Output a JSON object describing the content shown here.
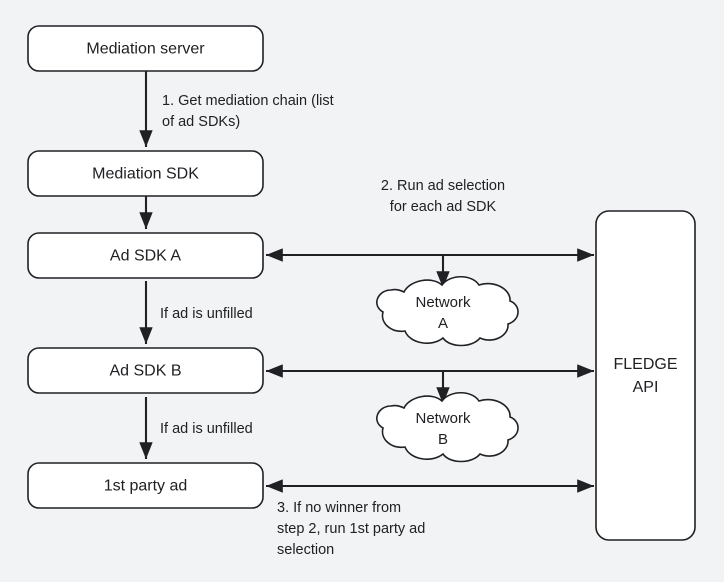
{
  "diagram": {
    "background_color": "#f1f3f4",
    "line_color": "#202124",
    "node_fill": "#ffffff",
    "text_color": "#202124",
    "nodes": [
      {
        "id": "mediation-server",
        "label": "Mediation server",
        "shape": "rounded-rect"
      },
      {
        "id": "mediation-sdk",
        "label": "Mediation SDK",
        "shape": "rounded-rect"
      },
      {
        "id": "ad-sdk-a",
        "label": "Ad SDK A",
        "shape": "rounded-rect"
      },
      {
        "id": "ad-sdk-b",
        "label": "Ad SDK B",
        "shape": "rounded-rect"
      },
      {
        "id": "first-party-ad",
        "label": "1st party ad",
        "shape": "rounded-rect"
      },
      {
        "id": "fledge-api",
        "label_line1": "FLEDGE",
        "label_line2": "API",
        "shape": "rounded-rect-tall"
      },
      {
        "id": "network-a",
        "label_line1": "Network",
        "label_line2": "A",
        "shape": "cloud"
      },
      {
        "id": "network-b",
        "label_line1": "Network",
        "label_line2": "B",
        "shape": "cloud"
      }
    ],
    "edge_labels": {
      "step1_line1": "1. Get mediation chain (list",
      "step1_line2": "of ad SDKs)",
      "step2_line1": "2. Run ad selection",
      "step2_line2": "for each ad SDK",
      "unfilled_a": "If ad is unfilled",
      "unfilled_b": "If ad is unfilled",
      "step3_line1": "3. If no winner from",
      "step3_line2": "step 2, run 1st party ad",
      "step3_line3": "selection"
    }
  }
}
